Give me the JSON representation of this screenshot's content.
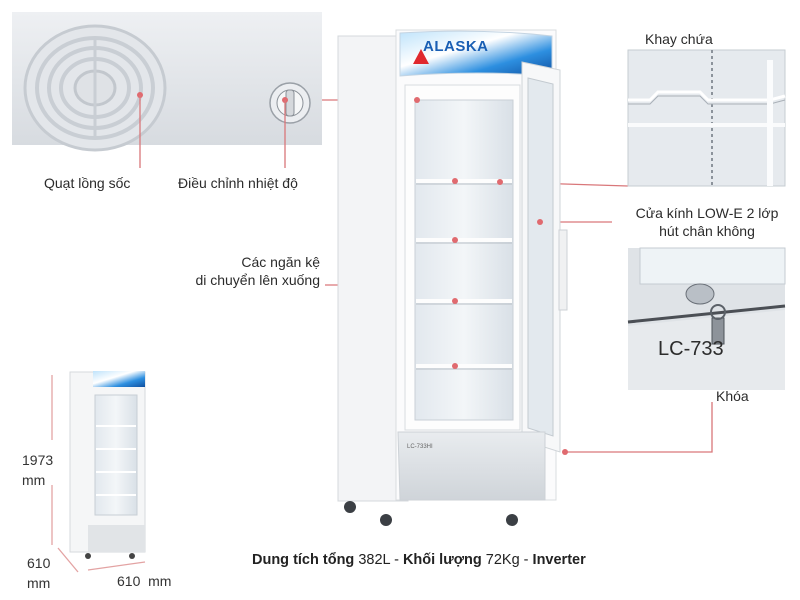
{
  "brand": "ALASKA",
  "model_label": "LC-733HI",
  "detail_model_label": "LC-733",
  "callouts": {
    "fan": "Quạt lồng sốc",
    "thermostat": "Điều chỉnh nhiệt độ",
    "shelves_line1": "Các ngăn kệ",
    "shelves_line2": "di chuyển lên xuống",
    "tray": "Khay chứa",
    "glass_line1": "Cửa kính LOW-E 2 lớp",
    "glass_line2": "hút chân không",
    "lock": "Khóa"
  },
  "dimensions": {
    "height_value": "1973",
    "height_unit": "mm",
    "depth_value": "610",
    "depth_unit": "mm",
    "width_label": "610  mm"
  },
  "specs": {
    "capacity_label": "Dung tích tổng",
    "capacity_value": "382L",
    "sep1": "-",
    "weight_label": "Khối lượng",
    "weight_value": "72Kg",
    "sep2": "-",
    "feature": "Inverter"
  },
  "colors": {
    "callout_line": "#d9777a",
    "logo_red": "#e0282e",
    "logo_blue": "#1a5fb4",
    "dimension_line": "#e3a3a3"
  }
}
